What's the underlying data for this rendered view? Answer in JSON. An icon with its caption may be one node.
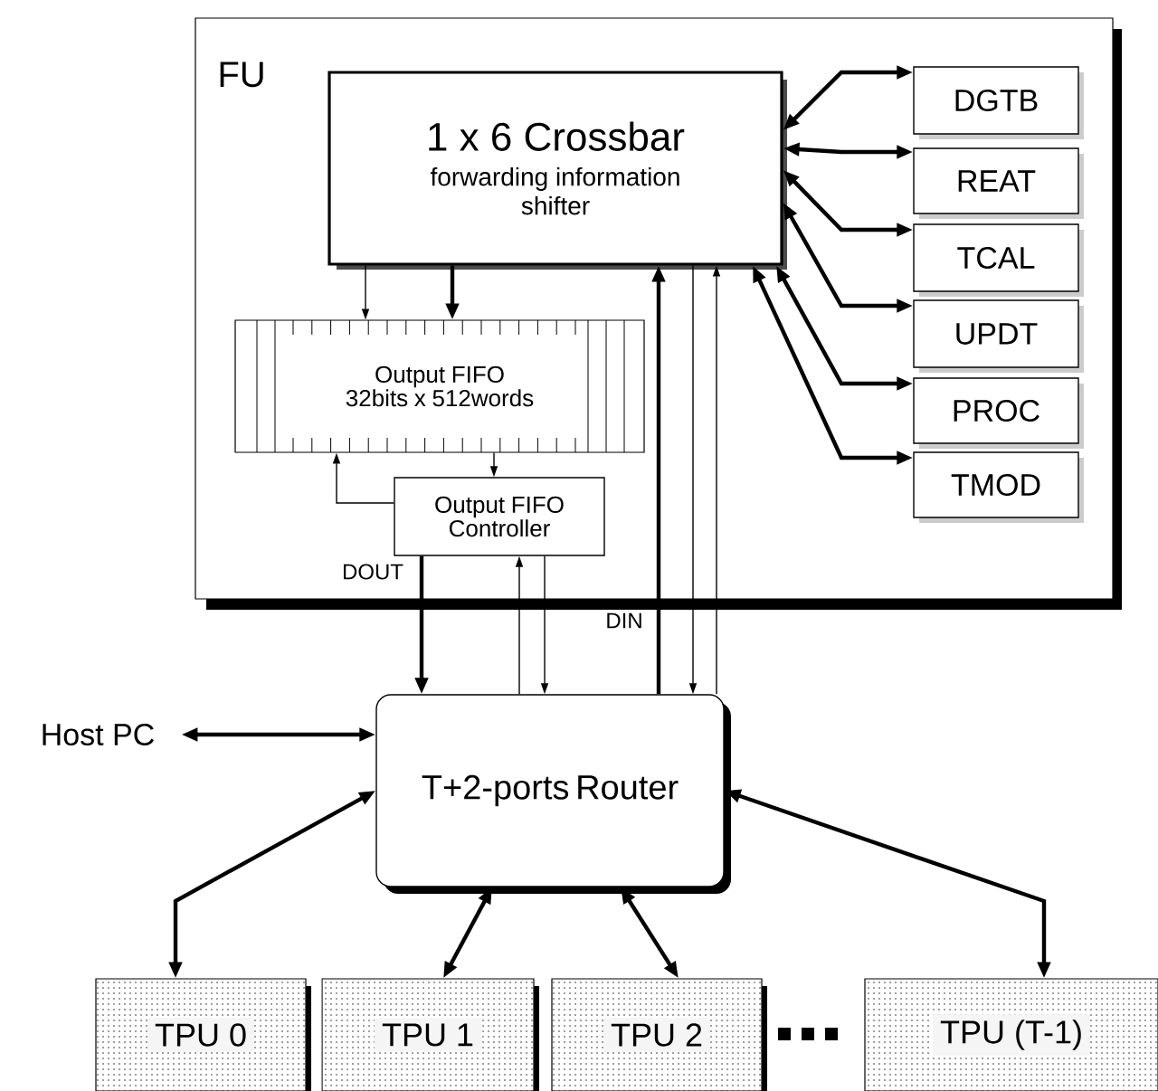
{
  "diagram": {
    "nodes": [
      {
        "text": [
          "FU"
        ]
      },
      {
        "text": [
          "1 x 6 Crossbar",
          "forwarding information shifter"
        ],
        "in": 0
      },
      {
        "text": [
          "Output FIFO 32bits x 512words"
        ],
        "in": 0
      },
      {
        "text": [
          "Output FIFO Controller"
        ],
        "in": 0
      },
      {
        "text": [
          "DGTB"
        ],
        "in": 0
      },
      {
        "text": [
          "REAT"
        ],
        "in": 0
      },
      {
        "text": [
          "TCAL"
        ],
        "in": 0
      },
      {
        "text": [
          "UPDT"
        ],
        "in": 0
      },
      {
        "text": [
          "PROC"
        ],
        "in": 0
      },
      {
        "text": [
          "TMOD"
        ],
        "in": 0
      },
      {
        "text": [
          "Host PC"
        ]
      },
      {
        "text": [
          "T+2-ports Router"
        ]
      },
      {
        "text": [
          "TPU 0"
        ]
      },
      {
        "text": [
          "TPU 1"
        ]
      },
      {
        "text": [
          "TPU 2"
        ]
      },
      {
        "text": [
          "TPU (T-1)"
        ]
      }
    ],
    "edges": [
      {
        "from": 1,
        "to": 2,
        "arrow": "to"
      },
      {
        "from": 1,
        "to": 2,
        "arrow": "to"
      },
      {
        "from": 2,
        "to": 3,
        "arrow": "to"
      },
      {
        "from": 3,
        "to": 2,
        "arrow": "to"
      },
      {
        "from": 3,
        "to": 11,
        "arrow": "to",
        "label": "DOUT"
      },
      {
        "from": 11,
        "to": 3,
        "arrow": "to"
      },
      {
        "from": 3,
        "to": 11,
        "arrow": "to"
      },
      {
        "from": 11,
        "to": 1,
        "arrow": "to",
        "label": "DIN"
      },
      {
        "from": 1,
        "to": 11,
        "arrow": "to"
      },
      {
        "from": 11,
        "to": 1,
        "arrow": "to"
      },
      {
        "from": 1,
        "to": 4,
        "arrow": "both"
      },
      {
        "from": 1,
        "to": 5,
        "arrow": "both"
      },
      {
        "from": 1,
        "to": 6,
        "arrow": "both"
      },
      {
        "from": 1,
        "to": 7,
        "arrow": "both"
      },
      {
        "from": 1,
        "to": 8,
        "arrow": "both"
      },
      {
        "from": 1,
        "to": 9,
        "arrow": "both"
      },
      {
        "from": 10,
        "to": 11,
        "arrow": "both"
      },
      {
        "from": 11,
        "to": 12,
        "arrow": "both"
      },
      {
        "from": 11,
        "to": 13,
        "arrow": "both"
      },
      {
        "from": 11,
        "to": 14,
        "arrow": "both"
      },
      {
        "from": 11,
        "to": 15,
        "arrow": "both"
      }
    ]
  }
}
